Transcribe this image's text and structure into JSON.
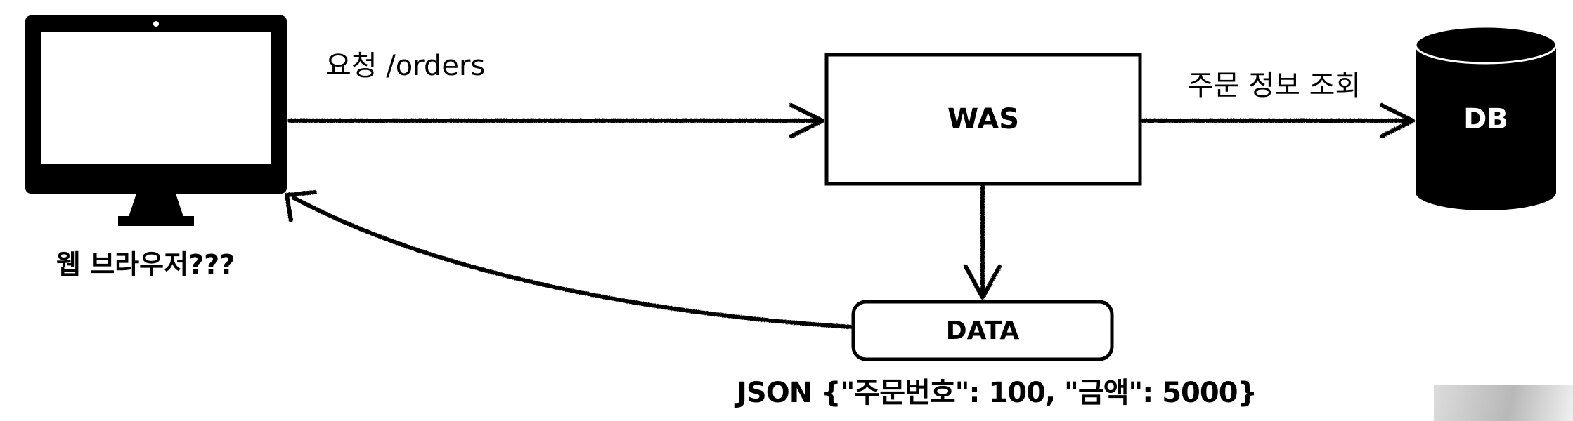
{
  "nodes": {
    "browser": {
      "label": "웹 브라우저???"
    },
    "was": {
      "label": "WAS"
    },
    "db": {
      "label": "DB"
    },
    "data": {
      "label": "DATA"
    }
  },
  "edges": {
    "request": {
      "label": "요청 /orders"
    },
    "query": {
      "label": "주문 정보 조회"
    }
  },
  "json_example": "JSON {\"주문번호\": 100, \"금액\": 5000}",
  "colors": {
    "ink": "#000000",
    "screen": "#ffffff",
    "background": "#ffffff"
  }
}
